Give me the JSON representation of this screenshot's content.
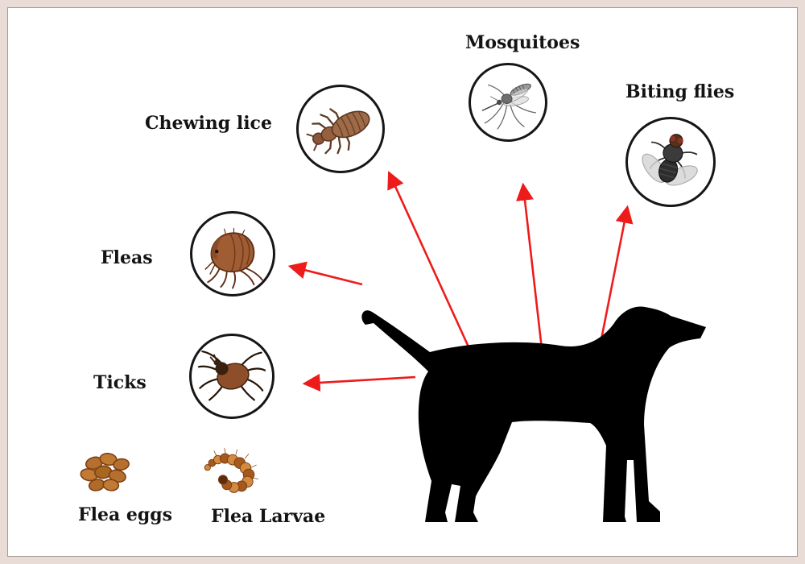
{
  "diagram": {
    "labels": {
      "chewing_lice": "Chewing lice",
      "mosquitoes": "Mosquitoes",
      "biting_flies": "Biting flies",
      "fleas": "Fleas",
      "ticks": "Ticks",
      "flea_eggs": "Flea eggs",
      "flea_larvae": "Flea Larvae"
    },
    "colors": {
      "frame_border": "#e9dcd6",
      "canvas": "#ffffff",
      "arrow_red": "#ee1b1b",
      "circle_border": "#161616",
      "dog_silhouette": "#000000",
      "text": "#141414",
      "parasite_brown": "#9e6a48",
      "flea_brown": "#a05c33",
      "tick_brown": "#8f4e2a",
      "egg_orange": "#b5702f",
      "larva_orange": "#d28a3e"
    },
    "connections": [
      {
        "from": "dog",
        "to": "chewing_lice"
      },
      {
        "from": "dog",
        "to": "mosquitoes"
      },
      {
        "from": "dog",
        "to": "biting_flies"
      },
      {
        "from": "dog",
        "to": "fleas"
      },
      {
        "from": "dog",
        "to": "ticks"
      }
    ],
    "icons": {
      "dog": "dog-silhouette-icon",
      "chewing_lice": "chewing-louse-icon",
      "mosquitoes": "mosquito-icon",
      "biting_flies": "biting-fly-icon",
      "fleas": "flea-icon",
      "ticks": "tick-icon",
      "flea_eggs": "flea-eggs-icon",
      "flea_larvae": "flea-larva-icon"
    }
  }
}
